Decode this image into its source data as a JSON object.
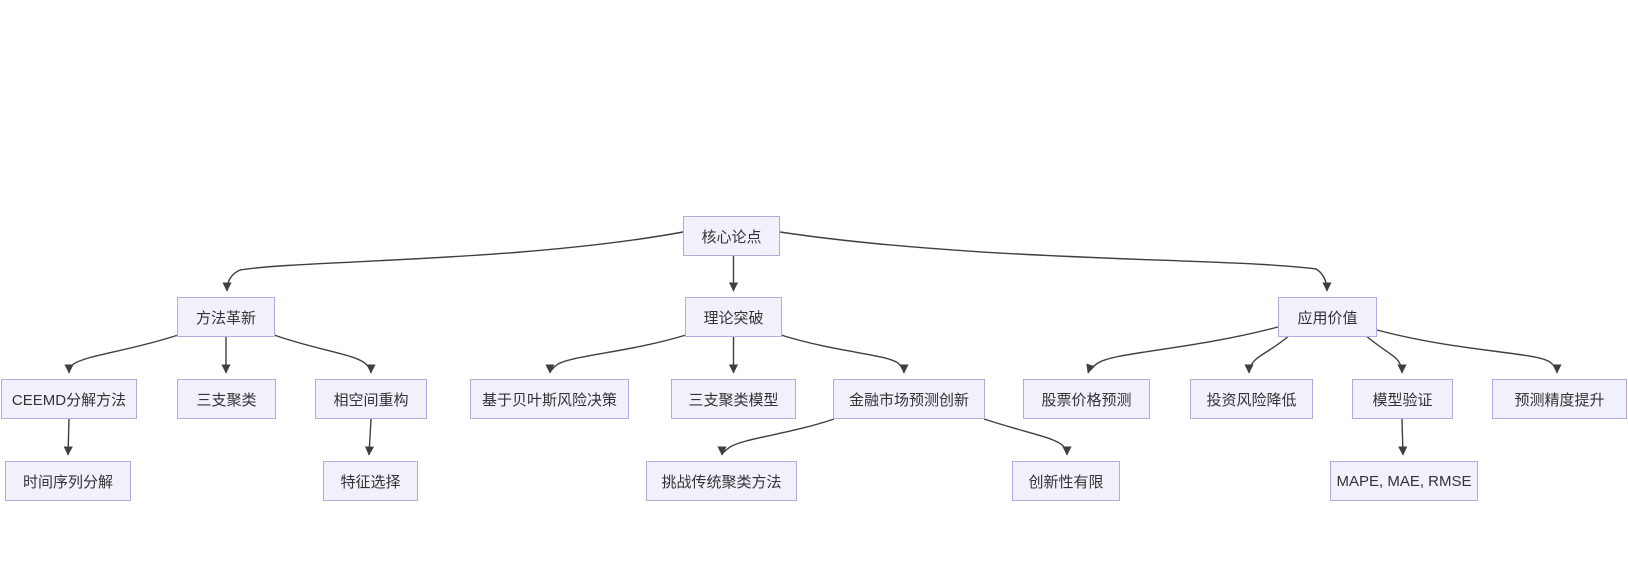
{
  "diagram": {
    "background": "#ffffff",
    "node_fill": "#f1f1fc",
    "node_border": "#b3abdc",
    "edge_color": "#3f3f3f",
    "text_color": "#333333"
  },
  "nodes": {
    "core": {
      "label": "核心论点"
    },
    "method": {
      "label": "方法革新"
    },
    "theory": {
      "label": "理论突破"
    },
    "application": {
      "label": "应用价值"
    },
    "ceemd": {
      "label": "CEEMD分解方法"
    },
    "three_way": {
      "label": "三支聚类"
    },
    "phase_space": {
      "label": "相空间重构"
    },
    "bayes": {
      "label": "基于贝叶斯风险决策"
    },
    "twc_model": {
      "label": "三支聚类模型"
    },
    "fin_innov": {
      "label": "金融市场预测创新"
    },
    "stock": {
      "label": "股票价格预测"
    },
    "invest_risk": {
      "label": "投资风险降低"
    },
    "model_valid": {
      "label": "模型验证"
    },
    "accuracy": {
      "label": "预测精度提升"
    },
    "time_series": {
      "label": "时间序列分解"
    },
    "feature_sel": {
      "label": "特征选择"
    },
    "challenge": {
      "label": "挑战传统聚类方法"
    },
    "limited": {
      "label": "创新性有限"
    },
    "metrics": {
      "label": "MAPE, MAE, RMSE"
    }
  },
  "edges": [
    {
      "from": "核心论点",
      "to": "方法革新"
    },
    {
      "from": "核心论点",
      "to": "理论突破"
    },
    {
      "from": "核心论点",
      "to": "应用价值"
    },
    {
      "from": "方法革新",
      "to": "CEEMD分解方法"
    },
    {
      "from": "方法革新",
      "to": "三支聚类"
    },
    {
      "from": "方法革新",
      "to": "相空间重构"
    },
    {
      "from": "CEEMD分解方法",
      "to": "时间序列分解"
    },
    {
      "from": "相空间重构",
      "to": "特征选择"
    },
    {
      "from": "理论突破",
      "to": "基于贝叶斯风险决策"
    },
    {
      "from": "理论突破",
      "to": "三支聚类模型"
    },
    {
      "from": "理论突破",
      "to": "金融市场预测创新"
    },
    {
      "from": "金融市场预测创新",
      "to": "挑战传统聚类方法"
    },
    {
      "from": "金融市场预测创新",
      "to": "创新性有限"
    },
    {
      "from": "应用价值",
      "to": "股票价格预测"
    },
    {
      "from": "应用价值",
      "to": "投资风险降低"
    },
    {
      "from": "应用价值",
      "to": "模型验证"
    },
    {
      "from": "应用价值",
      "to": "预测精度提升"
    },
    {
      "from": "模型验证",
      "to": "MAPE, MAE, RMSE"
    }
  ]
}
